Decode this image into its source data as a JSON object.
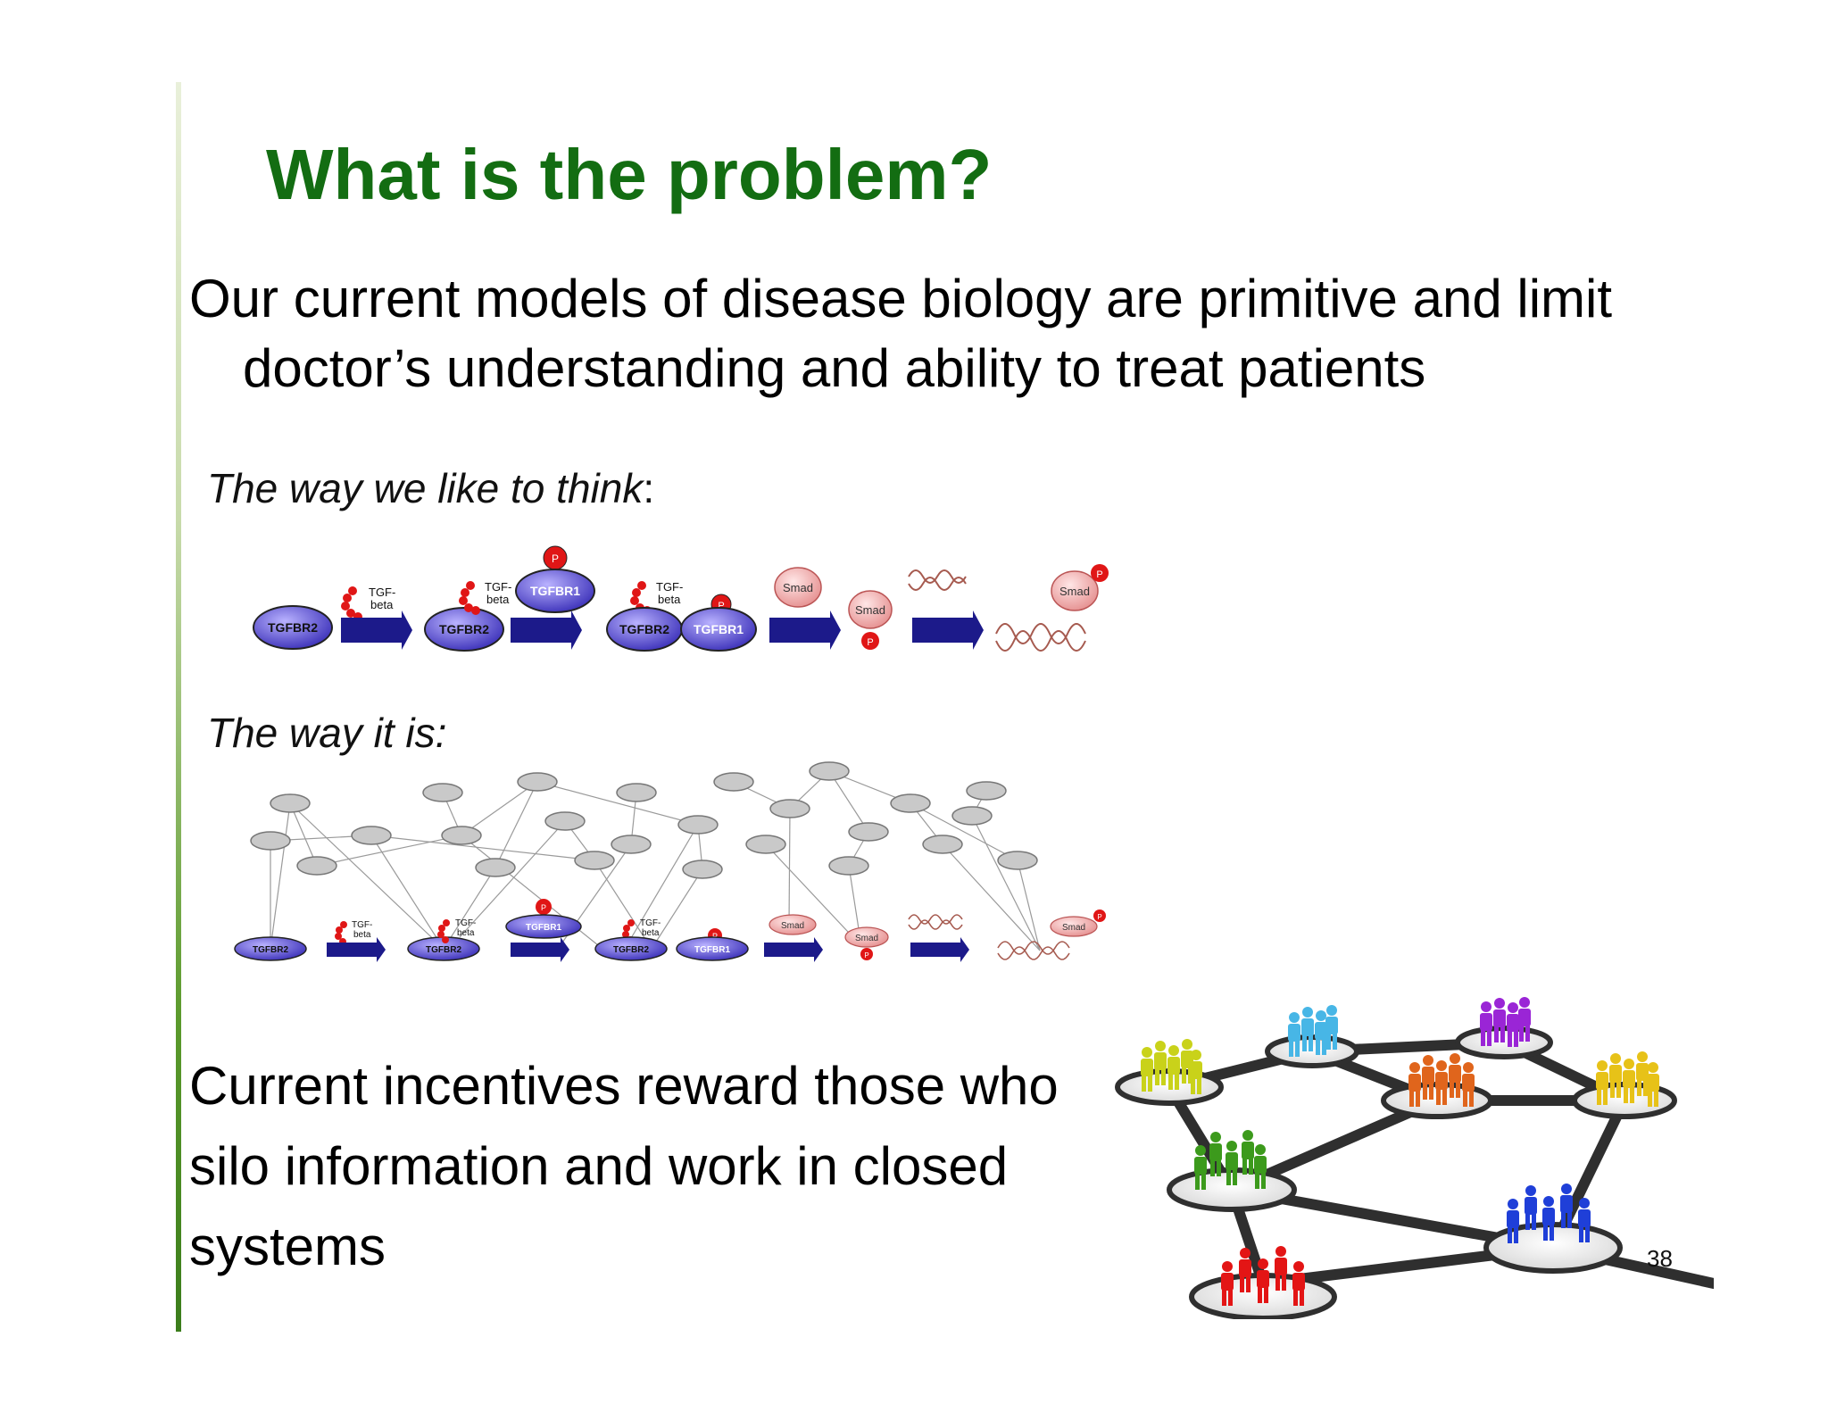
{
  "slide": {
    "title": "What is the problem?",
    "intro_line1": "Our current models of disease biology are primitive and limit",
    "intro_line2": "doctor’s understanding and ability to treat patients",
    "subhead_think": "The way we like to think",
    "subhead_think_colon": ":",
    "subhead_is": "The way it is:",
    "pathway_labels": {
      "tgfbr2": "TGFBR2",
      "tgfbr1": "TGFBR1",
      "tgf": "TGF-",
      "beta": "beta",
      "smad": "Smad",
      "p": "P"
    },
    "incentive_line1": "Current incentives reward those who",
    "incentive_line2": "silo information and work in closed",
    "incentive_line3": "systems",
    "page_number": "38"
  },
  "colors": {
    "title_green": "#136d12",
    "receptor_purple": "#4b3fc4",
    "arrow_navy": "#1c1a8a",
    "smad_pink": "#f4b3b3",
    "phospho_red": "#e01616",
    "network_node_gray": "#c9c9c9"
  }
}
